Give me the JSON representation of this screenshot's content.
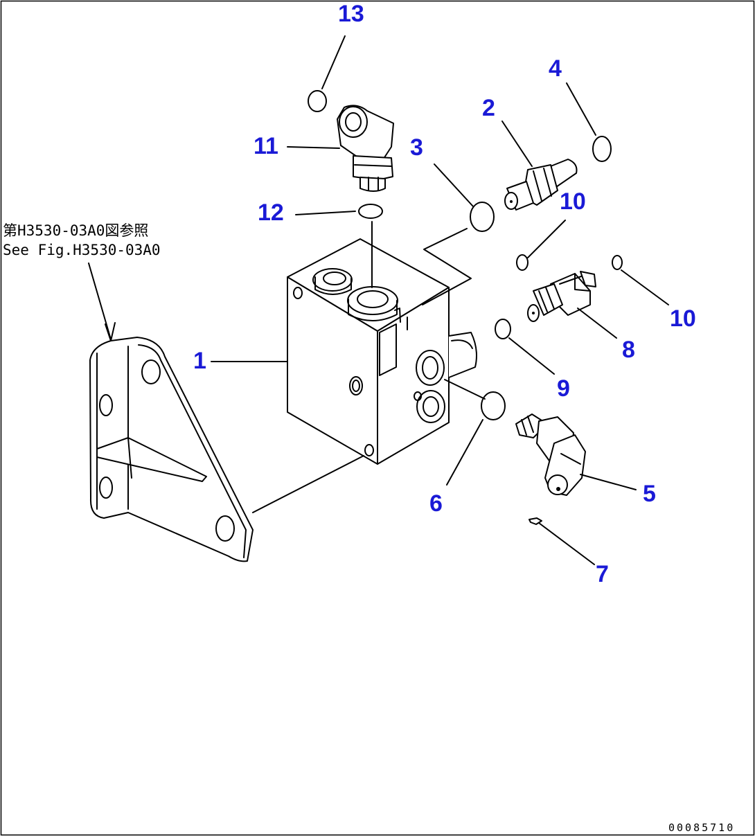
{
  "reference_note": {
    "line_jp": "第H3530-03A0図参照",
    "line_en": "See Fig.H3530-03A0"
  },
  "drawing_code": "00085710",
  "callouts": [
    {
      "id": "1",
      "label": "1"
    },
    {
      "id": "2",
      "label": "2"
    },
    {
      "id": "3",
      "label": "3"
    },
    {
      "id": "4",
      "label": "4"
    },
    {
      "id": "5",
      "label": "5"
    },
    {
      "id": "6",
      "label": "6"
    },
    {
      "id": "7",
      "label": "7"
    },
    {
      "id": "8",
      "label": "8"
    },
    {
      "id": "9",
      "label": "9"
    },
    {
      "id": "10a",
      "label": "10"
    },
    {
      "id": "10b",
      "label": "10"
    },
    {
      "id": "11",
      "label": "11"
    },
    {
      "id": "12",
      "label": "12"
    },
    {
      "id": "13",
      "label": "13"
    }
  ],
  "colors": {
    "callout": "#1a1ad6",
    "line": "#000000",
    "background": "#ffffff"
  }
}
